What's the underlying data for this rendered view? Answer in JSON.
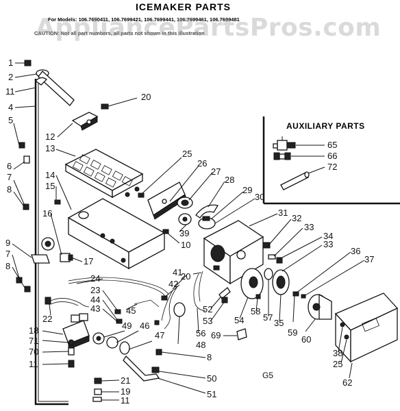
{
  "title": "ICEMAKER PARTS",
  "models_line": "For Models: 106.7690411, 106.7699421, 106.7699441, 106.7699461, 106.7699481",
  "caution_line": "CAUTION: Not all part numbers, all parts not shown in this illustration",
  "watermark": "AppliancePartsPros.com",
  "auxiliary_title": "AUXILIARY PARTS",
  "figure_code": "G5",
  "callouts": {
    "c1": "1",
    "c2": "2",
    "c11a": "11",
    "c4": "4",
    "c5": "5",
    "c6": "6",
    "c7a": "7",
    "c8a": "8",
    "c9": "9",
    "c7b": "7",
    "c8b": "8",
    "c20a": "20",
    "c12": "12",
    "c13": "13",
    "c14": "14",
    "c15": "15",
    "c16": "16",
    "c17": "17",
    "c25a": "25",
    "c26": "26",
    "c27": "27",
    "c28": "28",
    "c29": "29",
    "c30": "30",
    "c39": "39",
    "c10": "10",
    "c31": "31",
    "c32": "32",
    "c33a": "33",
    "c34": "34",
    "c33b": "33",
    "c36": "36",
    "c37": "37",
    "c20b": "20",
    "c41": "41",
    "c42": "42",
    "c24": "24",
    "c23": "23",
    "c44": "44",
    "c43": "43",
    "c22": "22",
    "c45": "45",
    "c52": "52",
    "c53": "53",
    "c56": "56",
    "c48": "48",
    "c54": "54",
    "c58": "58",
    "c57": "57",
    "c35": "35",
    "c59": "59",
    "c60": "60",
    "c38": "38",
    "c25b": "25",
    "c62": "62",
    "c18": "18",
    "c71": "71",
    "c70": "70",
    "c11b": "11",
    "c49": "49",
    "c46": "46",
    "c47": "47",
    "c21": "21",
    "c19": "19",
    "c11c": "11",
    "c8c": "8",
    "c50": "50",
    "c51": "51",
    "c69": "69",
    "c65": "65",
    "c66": "66",
    "c72": "72"
  }
}
